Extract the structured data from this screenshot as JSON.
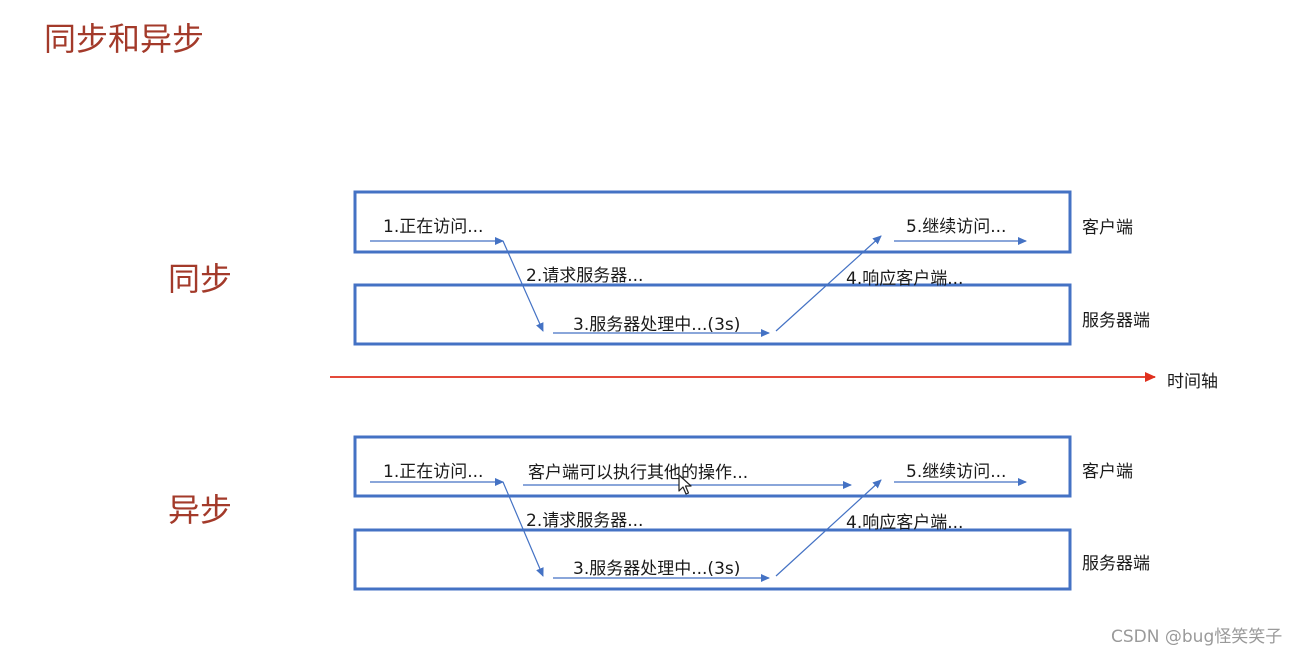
{
  "title": "同步和异步",
  "sync": {
    "label": "同步",
    "client_label": "客户端",
    "server_label": "服务器端",
    "steps": {
      "step1": "1.正在访问...",
      "step2": "2.请求服务器...",
      "step3": "3.服务器处理中...(3s)",
      "step4": "4.响应客户端...",
      "step5": "5.继续访问..."
    }
  },
  "timeline": {
    "label": "时间轴",
    "color": "#e0301e"
  },
  "async": {
    "label": "异步",
    "client_label": "客户端",
    "server_label": "服务器端",
    "client_other": "客户端可以执行其他的操作...",
    "steps": {
      "step1": "1.正在访问...",
      "step2": "2.请求服务器...",
      "step3": "3.服务器处理中...(3s)",
      "step4": "4.响应客户端...",
      "step5": "5.继续访问..."
    }
  },
  "watermark": "CSDN @bug怪笑笑子",
  "colors": {
    "box": "#4472c4",
    "arrow": "#4472c4",
    "title": "#a33a2a"
  },
  "cursor_icon": "mouse-pointer-icon"
}
